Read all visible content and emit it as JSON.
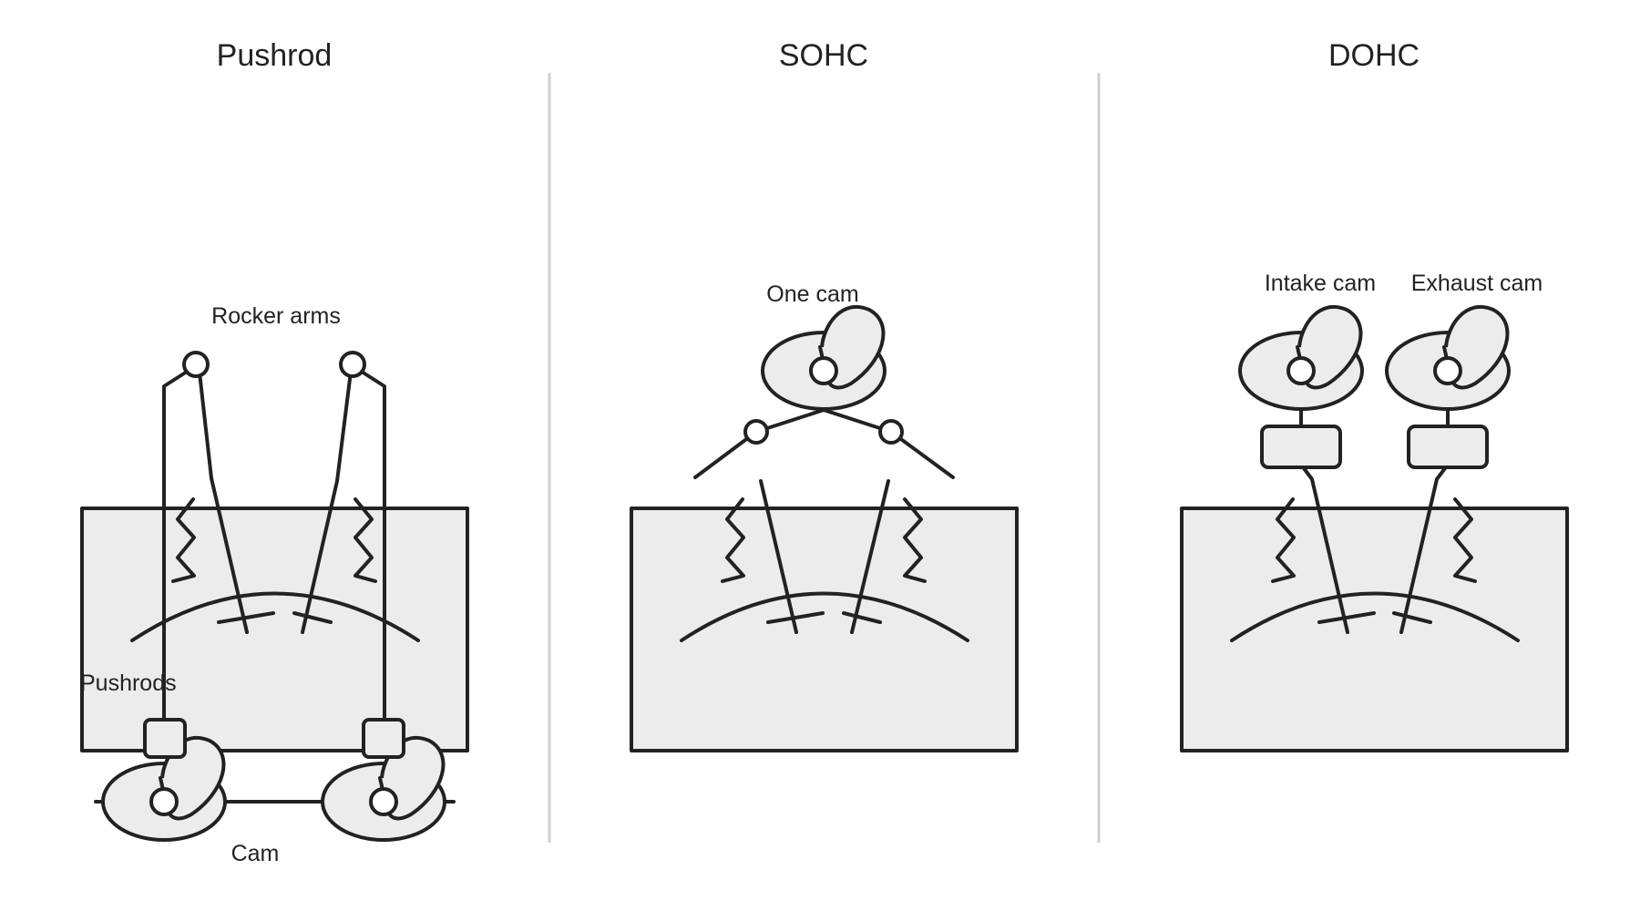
{
  "panels": [
    {
      "title": "Pushrod",
      "labels": {
        "rocker_arms": "Rocker arms",
        "pushrods": "Pushrods",
        "cam": "Cam"
      }
    },
    {
      "title": "SOHC",
      "labels": {
        "one_cam": "One cam"
      }
    },
    {
      "title": "DOHC",
      "labels": {
        "intake_cam": "Intake cam",
        "exhaust_cam": "Exhaust cam"
      }
    }
  ],
  "colors": {
    "ink": "#222222",
    "fill": "#ececec",
    "divider": "#d0d0d0"
  }
}
